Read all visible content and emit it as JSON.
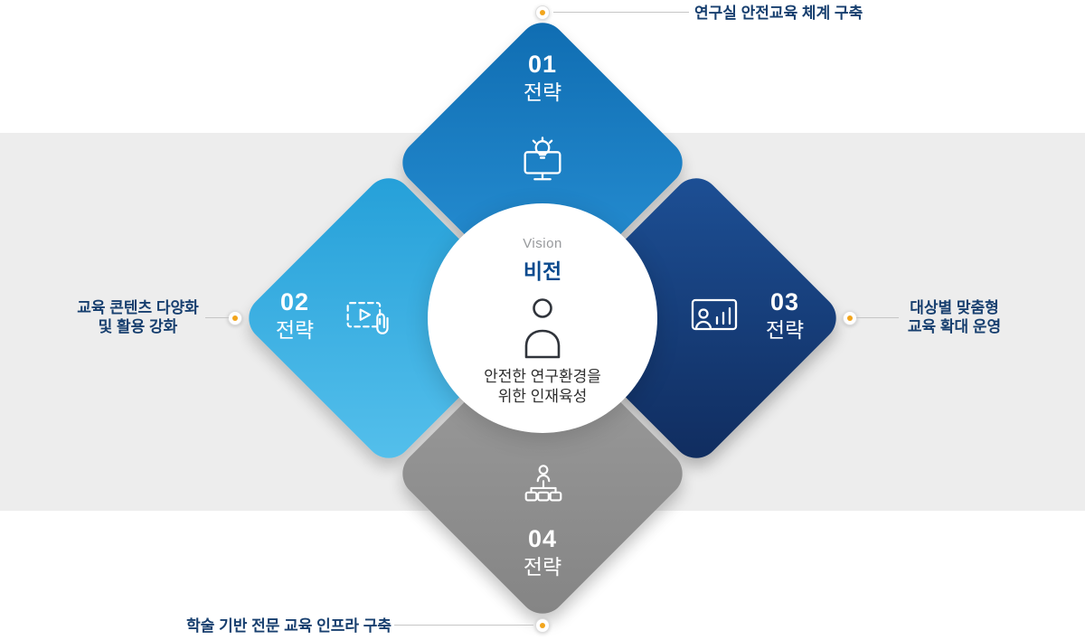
{
  "vision": {
    "eyebrow": "Vision",
    "title": "비전",
    "description_lines": [
      "안전한 연구환경을",
      "위한 인재육성"
    ]
  },
  "strategies": [
    {
      "number": "01",
      "label": "전략",
      "position": "top",
      "icon": "monitor-lightbulb-icon",
      "caption_lines": [
        "연구실 안전교육 체계 구축"
      ],
      "color": "#1e82c8"
    },
    {
      "number": "02",
      "label": "전략",
      "position": "left",
      "icon": "video-content-clip-icon",
      "caption_lines": [
        "교육 콘텐츠 다양화",
        "및 활용 강화"
      ],
      "color": "#3fb0e4"
    },
    {
      "number": "03",
      "label": "전략",
      "position": "right",
      "icon": "person-chart-board-icon",
      "caption_lines": [
        "대상별 맞춤형",
        "교육 확대 운영"
      ],
      "color": "#173f7b"
    },
    {
      "number": "04",
      "label": "전략",
      "position": "bottom",
      "icon": "org-chart-person-icon",
      "caption_lines": [
        "학술 기반 전문 교육 인프라 구축"
      ],
      "color": "#8f8f8f"
    }
  ],
  "colors": {
    "caption_navy": "#173f6f",
    "dot_orange": "#f2a51c",
    "band_gray": "#ededed",
    "vision_title_blue": "#0a4a8e"
  }
}
